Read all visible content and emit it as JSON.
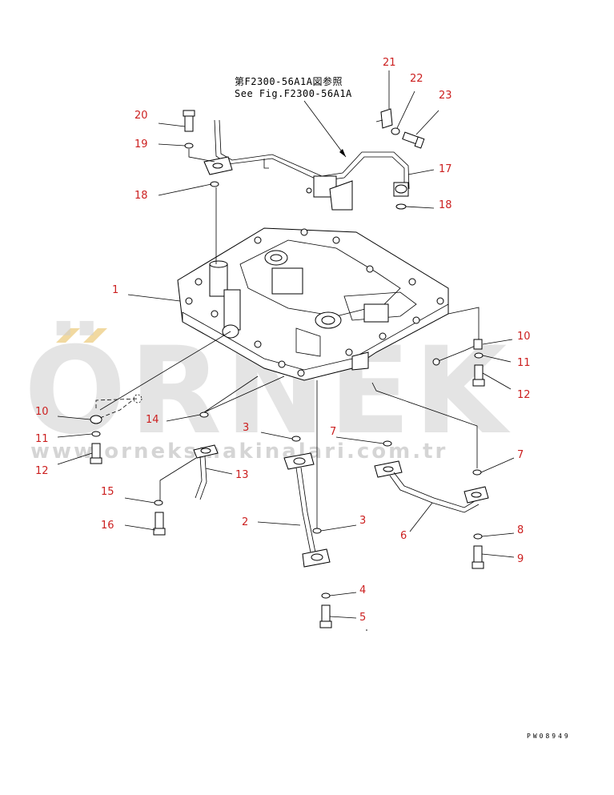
{
  "note": {
    "line_jp": "第F2300-56A1A図参照",
    "line_en": "See Fig.F2300-56A1A"
  },
  "drawing_code": "PW08949",
  "watermark": {
    "brand": "ÖRNEK",
    "site": "www.orneksmakinalari.com.tr"
  },
  "callouts": {
    "c1": "1",
    "c2": "2",
    "c3a": "3",
    "c3b": "3",
    "c4": "4",
    "c5": "5",
    "c6": "6",
    "c7a": "7",
    "c7b": "7",
    "c8": "8",
    "c9": "9",
    "c10a": "10",
    "c10b": "10",
    "c11a": "11",
    "c11b": "11",
    "c12a": "12",
    "c12b": "12",
    "c13": "13",
    "c14": "14",
    "c15": "15",
    "c16": "16",
    "c17": "17",
    "c18a": "18",
    "c18b": "18",
    "c19": "19",
    "c20": "20",
    "c21": "21",
    "c22": "22",
    "c23": "23"
  },
  "colors": {
    "callout": "#cc2020",
    "line": "#000000",
    "watermark": "#cfcfcf"
  }
}
